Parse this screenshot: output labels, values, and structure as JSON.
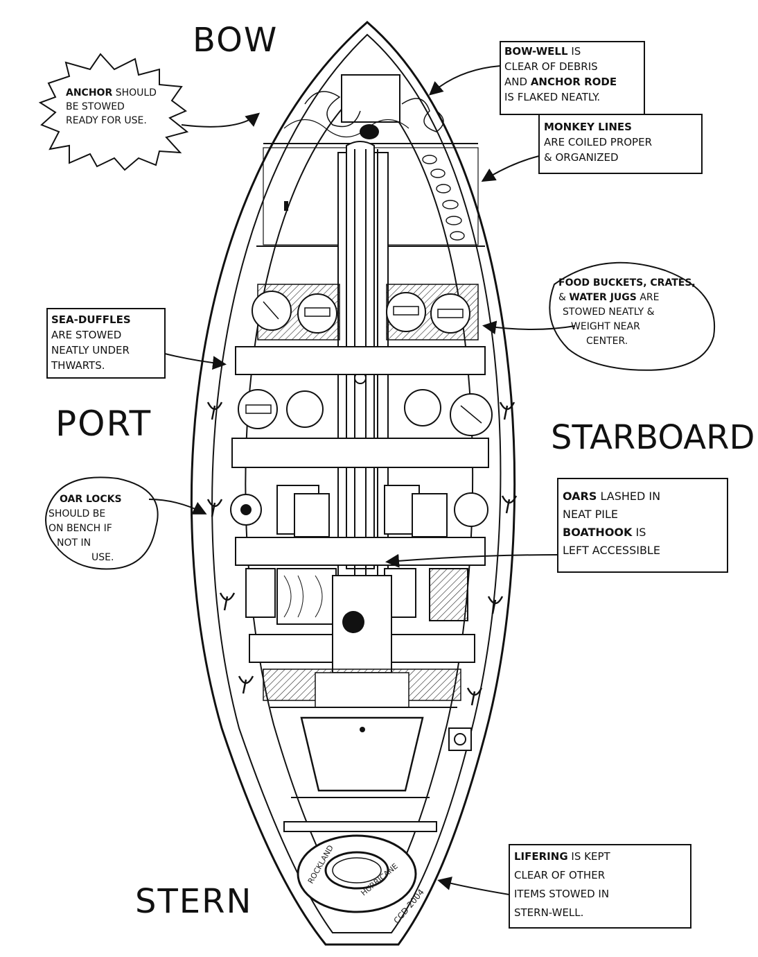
{
  "orientation": {
    "bow": "BOW",
    "stern": "STERN",
    "port": "PORT",
    "starboard": "STARBOARD"
  },
  "notes": {
    "anchor": {
      "bold": "ANCHOR",
      "lines": [
        "SHOULD",
        "BE STOWED",
        "READY FOR USE."
      ]
    },
    "bow_well": {
      "bold1": "BOW-WELL",
      "t1": "IS",
      "l2": "CLEAR OF DEBRIS",
      "l3a": "AND",
      "bold2": "ANCHOR RODE",
      "l4": "IS FLAKED NEATLY."
    },
    "monkey_lines": {
      "bold": "MONKEY LINES",
      "l2": "ARE COILED PROPER",
      "l3": "& ORGANIZED"
    },
    "food": {
      "bold1": "FOOD BUCKETS, CRATES,",
      "l2a": "&",
      "bold2": "WATER JUGS",
      "l2b": "ARE",
      "l3": "STOWED NEATLY &",
      "l4": "WEIGHT NEAR",
      "l5": "CENTER."
    },
    "sea_duffles": {
      "bold": "SEA-DUFFLES",
      "l2": "ARE STOWED",
      "l3": "NEATLY UNDER",
      "l4": "THWARTS."
    },
    "oar_locks": {
      "bold": "OAR LOCKS",
      "l2": "SHOULD BE",
      "l3": "ON BENCH IF",
      "l4": "NOT IN",
      "l5": "USE."
    },
    "oars": {
      "bold1": "OARS",
      "l1": "LASHED IN",
      "l2": "NEAT PILE",
      "bold2": "BOATHOOK",
      "l3": "IS",
      "l4": "LEFT ACCESSIBLE"
    },
    "lifering": {
      "bold": "LIFERING",
      "l1": "IS KEPT",
      "l2": "CLEAR OF OTHER",
      "l3": "ITEMS STOWED IN",
      "l4": "STERN-WELL."
    }
  },
  "lifering_text": {
    "left": "ROCKLAND",
    "right": "HURRICANE"
  },
  "signature": "CCD 2004"
}
